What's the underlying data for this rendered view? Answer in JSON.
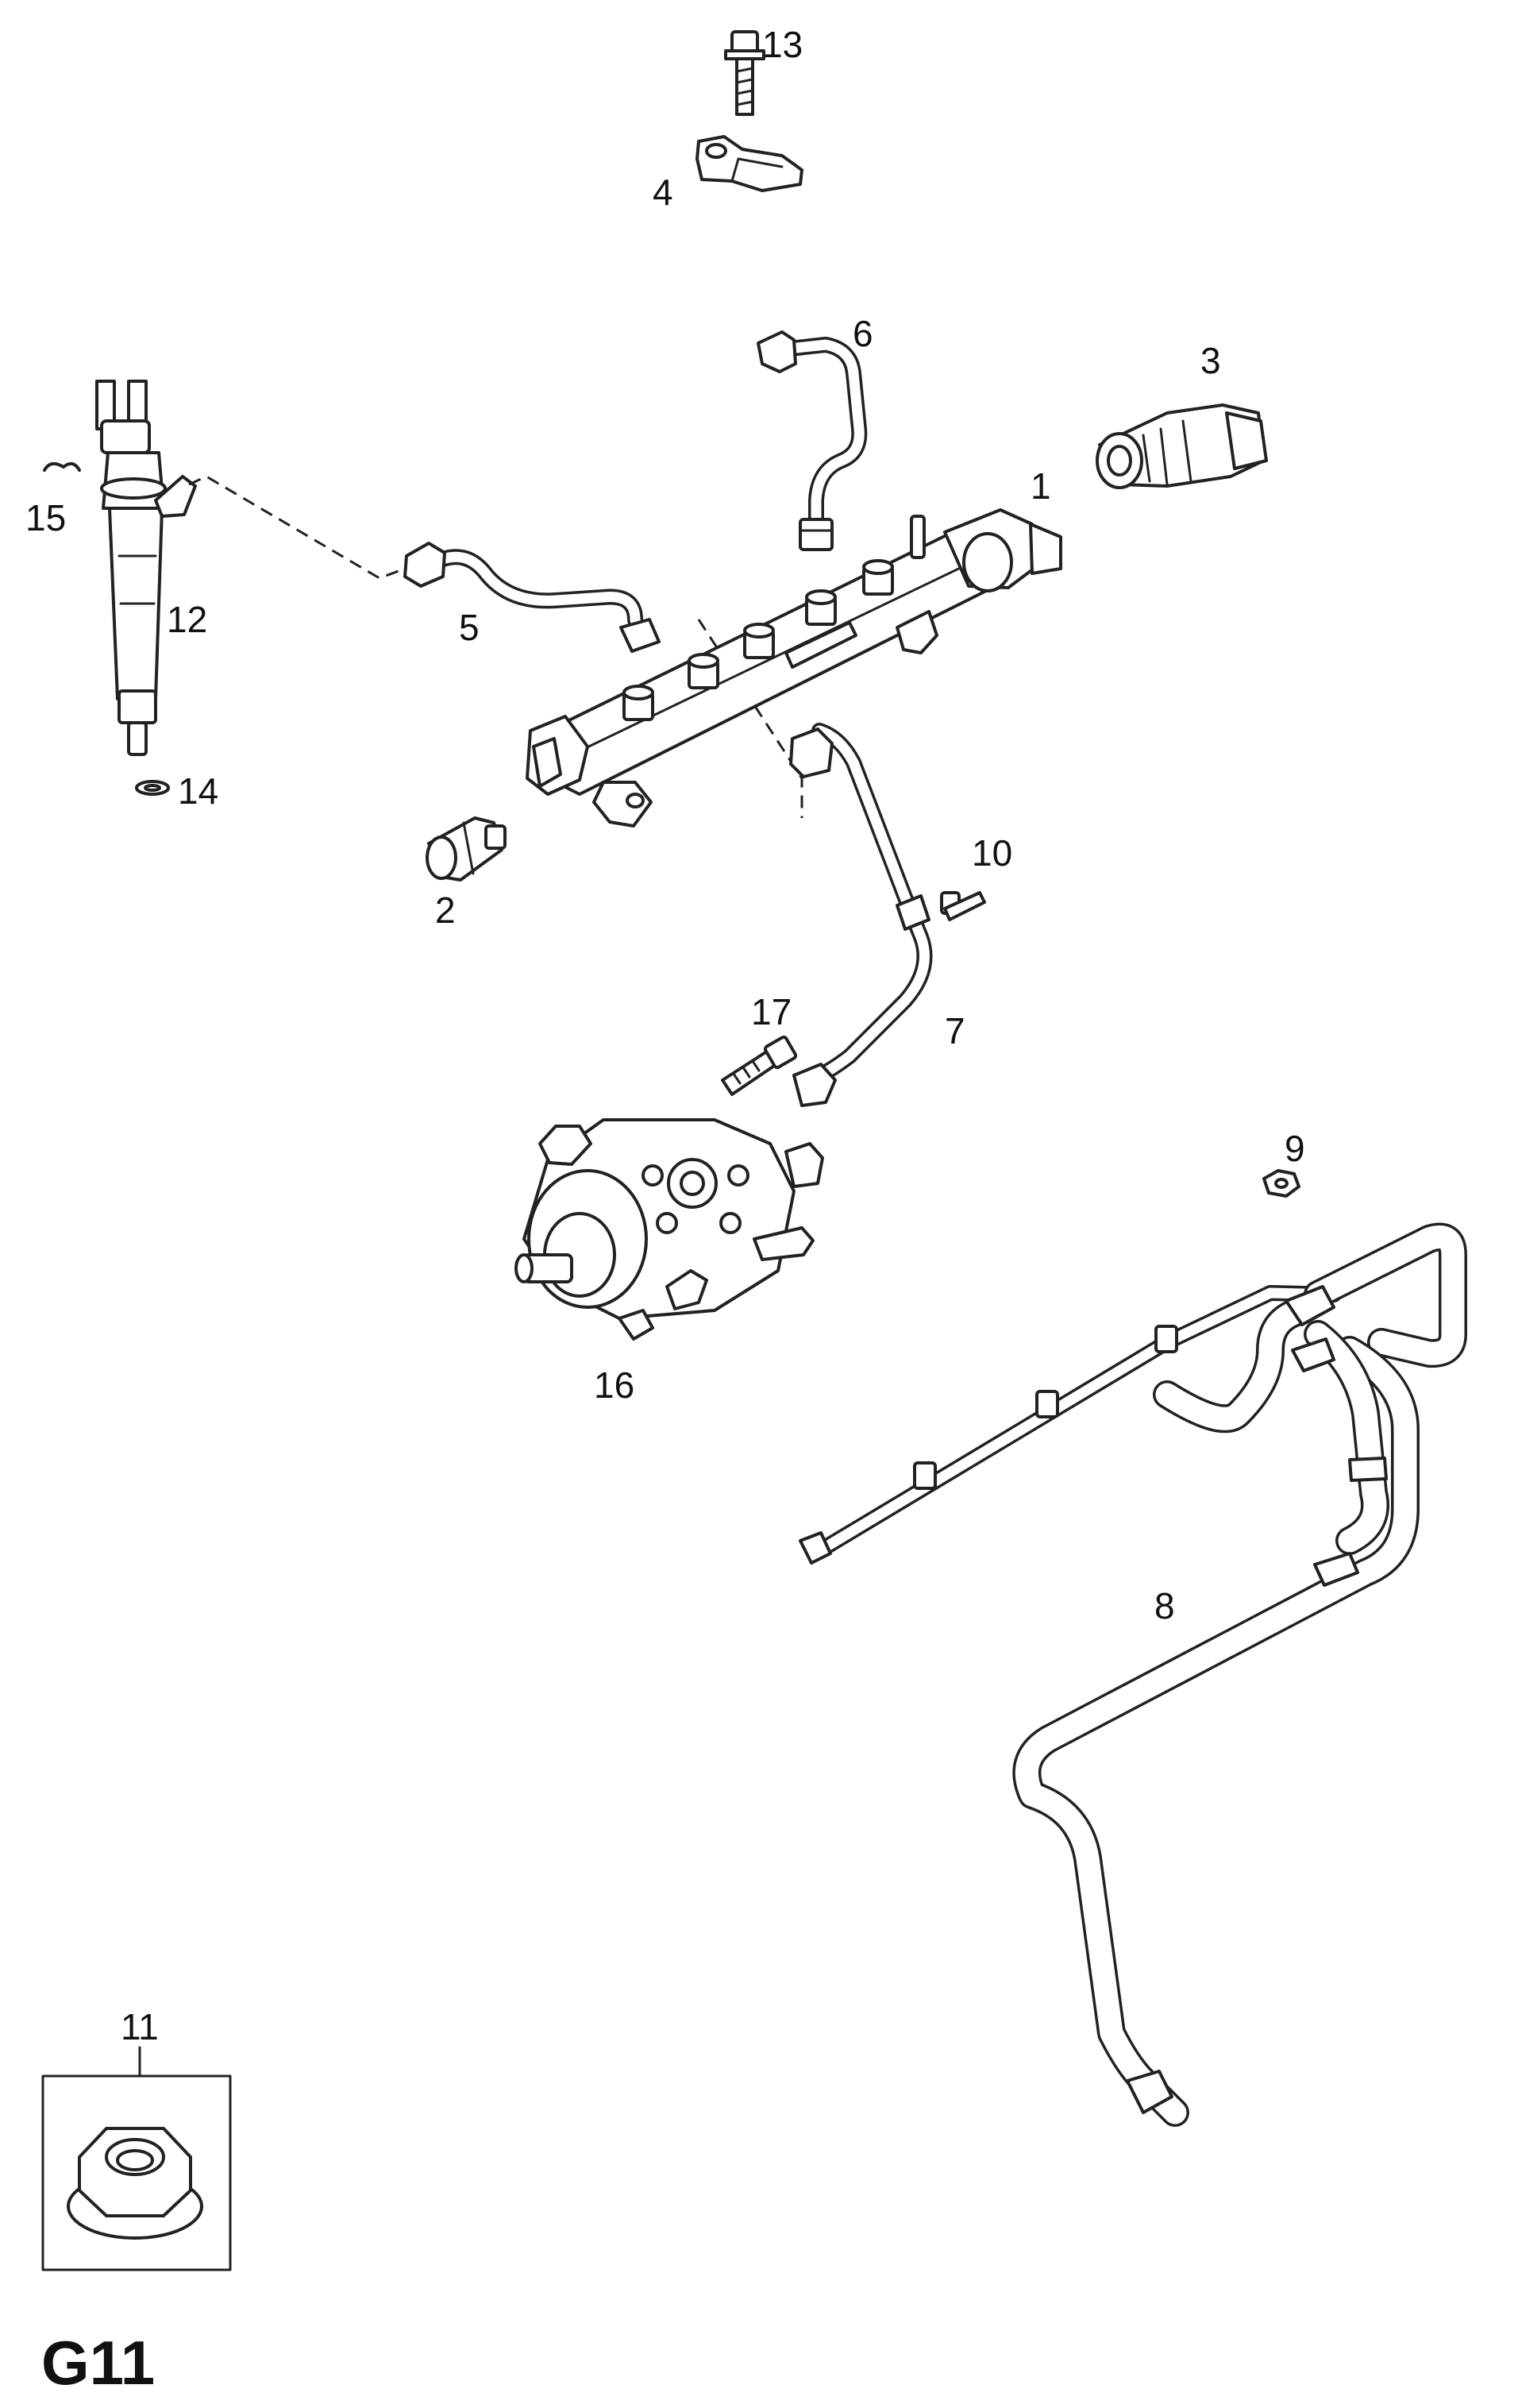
{
  "diagram": {
    "page_code": "G11",
    "parts": [
      {
        "id": "1",
        "label": "1"
      },
      {
        "id": "2",
        "label": "2"
      },
      {
        "id": "3",
        "label": "3"
      },
      {
        "id": "4",
        "label": "4"
      },
      {
        "id": "5",
        "label": "5"
      },
      {
        "id": "6",
        "label": "6"
      },
      {
        "id": "7",
        "label": "7"
      },
      {
        "id": "8",
        "label": "8"
      },
      {
        "id": "9",
        "label": "9"
      },
      {
        "id": "10",
        "label": "10"
      },
      {
        "id": "11",
        "label": "11"
      },
      {
        "id": "12",
        "label": "12"
      },
      {
        "id": "13",
        "label": "13"
      },
      {
        "id": "14",
        "label": "14"
      },
      {
        "id": "15",
        "label": "15"
      },
      {
        "id": "16",
        "label": "16"
      },
      {
        "id": "17",
        "label": "17"
      }
    ]
  }
}
